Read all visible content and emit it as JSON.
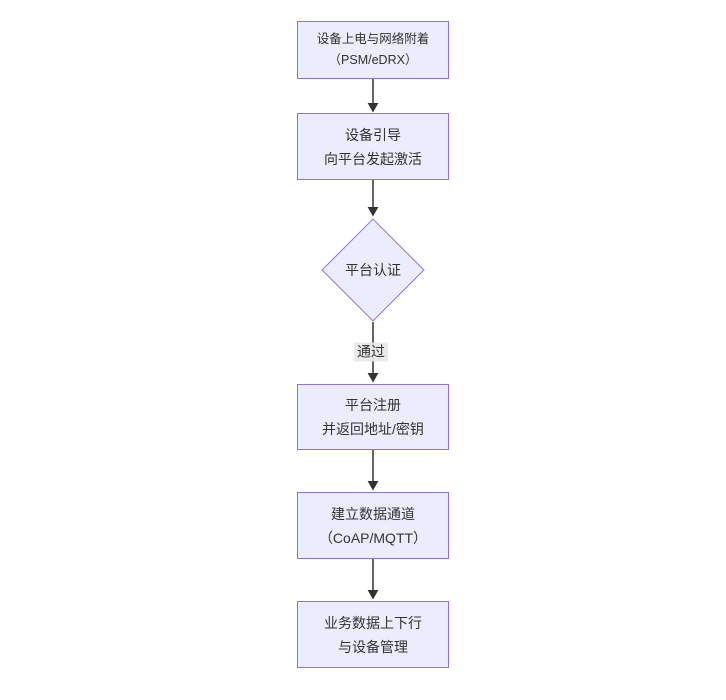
{
  "diagram": {
    "type": "flowchart-vertical",
    "colors": {
      "node_fill": "#ECECFF",
      "node_border": "#9370DB",
      "edge_line": "#333333",
      "edge_label_bg": "#e8e8e8",
      "text": "#333333",
      "background": "#ffffff"
    },
    "nodes": [
      {
        "id": "power-attach",
        "shape": "rect",
        "lines": [
          "设备上电与网络附着",
          "（PSM/eDRX）"
        ]
      },
      {
        "id": "bootstrap",
        "shape": "rect",
        "lines": [
          "设备引导",
          "向平台发起激活"
        ]
      },
      {
        "id": "platform-auth",
        "shape": "diamond",
        "lines": [
          "平台认证"
        ]
      },
      {
        "id": "register",
        "shape": "rect",
        "lines": [
          "平台注册",
          "并返回地址/密钥"
        ]
      },
      {
        "id": "data-channel",
        "shape": "rect",
        "lines": [
          "建立数据通道",
          "（CoAP/MQTT）"
        ]
      },
      {
        "id": "business-mgmt",
        "shape": "rect",
        "lines": [
          "业务数据上下行",
          "与设备管理"
        ]
      }
    ],
    "edges": [
      {
        "from": "power-attach",
        "to": "bootstrap",
        "label": ""
      },
      {
        "from": "bootstrap",
        "to": "platform-auth",
        "label": ""
      },
      {
        "from": "platform-auth",
        "to": "register",
        "label": "通过"
      },
      {
        "from": "register",
        "to": "data-channel",
        "label": ""
      },
      {
        "from": "data-channel",
        "to": "business-mgmt",
        "label": ""
      }
    ]
  }
}
